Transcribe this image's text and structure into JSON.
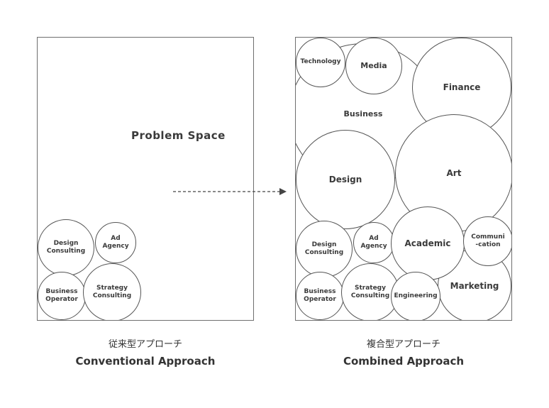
{
  "left": {
    "problem_space": "Problem Space",
    "circles": {
      "design_consulting": "Design\nConsulting",
      "ad_agency": "Ad\nAgency",
      "business_operator": "Business\nOperator",
      "strategy_consulting": "Strategy\nConsulting"
    },
    "caption_ja": "従来型アプローチ",
    "caption_en": "Conventional Approach"
  },
  "right": {
    "circles": {
      "technology": "Technology",
      "media": "Media",
      "finance": "Finance",
      "business": "Business",
      "design": "Design",
      "art": "Art",
      "design_consulting": "Design\nConsulting",
      "ad_agency": "Ad\nAgency",
      "academic": "Academic",
      "communication": "Communi\n-cation",
      "business_operator": "Business\nOperator",
      "strategy_consulting": "Strategy\nConsulting",
      "engineering": "Engineering",
      "marketing": "Marketing"
    },
    "caption_ja": "複合型アプローチ",
    "caption_en": "Combined Approach"
  }
}
